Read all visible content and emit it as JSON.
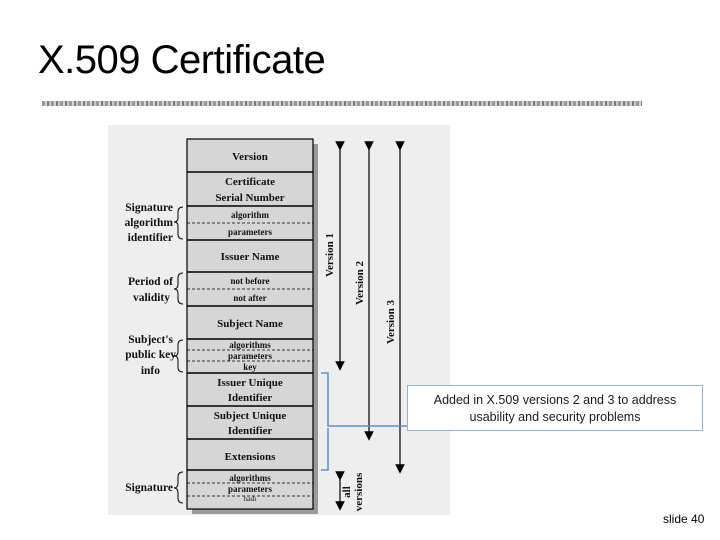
{
  "slide": {
    "title": "X.509 Certificate",
    "number_label": "slide 40"
  },
  "fields": {
    "version": "Version",
    "cert_serial_1": "Certificate",
    "cert_serial_2": "Serial Number",
    "algorithm": "algorithm",
    "parameters": "parameters",
    "issuer_name": "Issuer Name",
    "not_before": "not before",
    "not_after": "not after",
    "subject_name": "Subject Name",
    "pk_algorithms": "algorithms",
    "pk_parameters": "parameters",
    "pk_key": "key",
    "issuer_uid_1": "Issuer Unique",
    "issuer_uid_2": "Identifier",
    "subject_uid_1": "Subject Unique",
    "subject_uid_2": "Identifier",
    "extensions": "Extensions",
    "sig_algorithms": "algorithms",
    "sig_parameters": "parameters",
    "sig_hash": "hash"
  },
  "left_labels": {
    "sig_alg_1": "Signature",
    "sig_alg_2": "algorithm",
    "sig_alg_3": "identifier",
    "period_1": "Period of",
    "period_2": "validity",
    "spki_1": "Subject's",
    "spki_2": "public key",
    "spki_3": "info",
    "signature": "Signature"
  },
  "version_labels": {
    "v1": "Version 1",
    "v2": "Version 2",
    "v3": "Version 3",
    "all_1": "all",
    "all_2": "versions"
  },
  "callout": {
    "line1": "Added in X.509 versions 2 and 3 to address",
    "line2": "usability and security problems"
  },
  "colors": {
    "field_fill": "#d6d6d6",
    "figure_bg": "#eeeeee",
    "callout_line": "#5b8fc9"
  }
}
